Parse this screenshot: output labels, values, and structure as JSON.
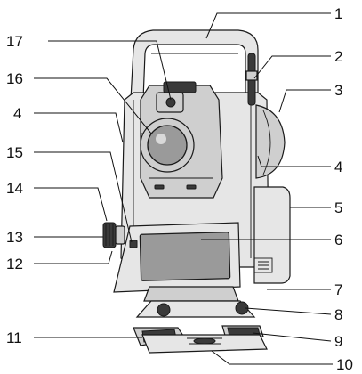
{
  "callouts": [
    {
      "id": "c1",
      "label": "1"
    },
    {
      "id": "c2",
      "label": "2"
    },
    {
      "id": "c3",
      "label": "3"
    },
    {
      "id": "c4r",
      "label": "4"
    },
    {
      "id": "c5",
      "label": "5"
    },
    {
      "id": "c6",
      "label": "6"
    },
    {
      "id": "c7",
      "label": "7"
    },
    {
      "id": "c8",
      "label": "8"
    },
    {
      "id": "c9",
      "label": "9"
    },
    {
      "id": "c10",
      "label": "10"
    },
    {
      "id": "c11",
      "label": "11"
    },
    {
      "id": "c12",
      "label": "12"
    },
    {
      "id": "c13",
      "label": "13"
    },
    {
      "id": "c14",
      "label": "14"
    },
    {
      "id": "c15",
      "label": "15"
    },
    {
      "id": "c4l",
      "label": "4"
    },
    {
      "id": "c16",
      "label": "16"
    },
    {
      "id": "c17",
      "label": "17"
    }
  ]
}
